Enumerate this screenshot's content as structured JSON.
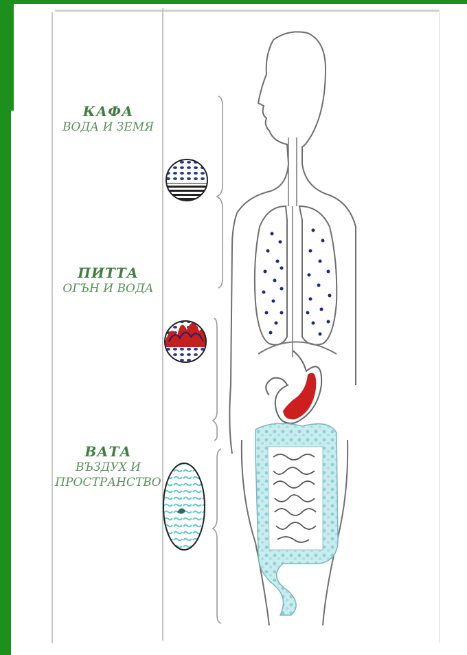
{
  "doshas": [
    {
      "id": "kapha",
      "title": "КАФА",
      "subtitle_lines": [
        "ВОДА И ЗЕМЯ"
      ]
    },
    {
      "id": "pitta",
      "title": "ПИТТА",
      "subtitle_lines": [
        "ОГЪН И ВОДА"
      ]
    },
    {
      "id": "vata",
      "title": "ВАТА",
      "subtitle_lines": [
        "ВЪЗДУХ И",
        "ПРОСТРАНСТВО"
      ]
    }
  ],
  "colors": {
    "frame": "#1d8f1d",
    "label_green": "#3f7f3f",
    "lung_dots": "#1b2a7a",
    "stomach_red": "#cc1f1f",
    "intestine_cyan": "#9fd8dc"
  }
}
